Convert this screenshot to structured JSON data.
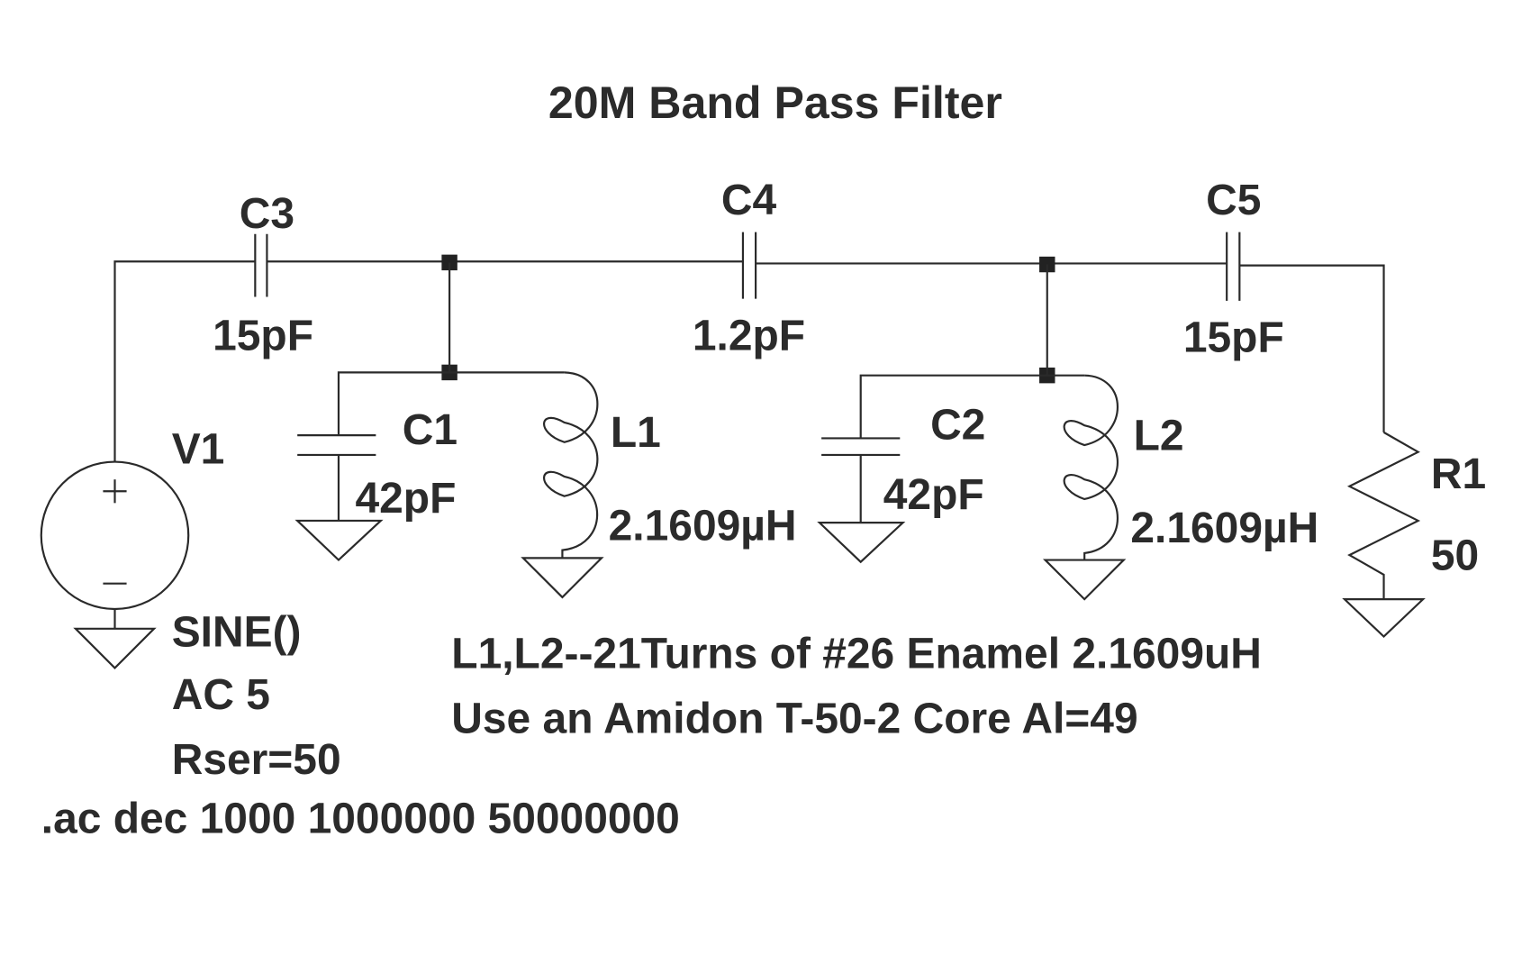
{
  "title": "20M Band Pass Filter",
  "components": {
    "C3": {
      "ref": "C3",
      "value": "15pF"
    },
    "C4": {
      "ref": "C4",
      "value": "1.2pF"
    },
    "C5": {
      "ref": "C5",
      "value": "15pF"
    },
    "C1": {
      "ref": "C1",
      "value": "42pF"
    },
    "C2": {
      "ref": "C2",
      "value": "42pF"
    },
    "L1": {
      "ref": "L1",
      "value": "2.1609µH"
    },
    "L2": {
      "ref": "L2",
      "value": "2.1609µH"
    },
    "R1": {
      "ref": "R1",
      "value": "50"
    },
    "V1": {
      "ref": "V1",
      "lines": [
        "SINE()",
        "AC 5",
        "Rser=50"
      ]
    }
  },
  "notes": [
    "L1,L2--21Turns of #26 Enamel 2.1609uH",
    "Use an Amidon T-50-2 Core Al=49"
  ],
  "directive": ".ac dec 1000 1000000 50000000"
}
